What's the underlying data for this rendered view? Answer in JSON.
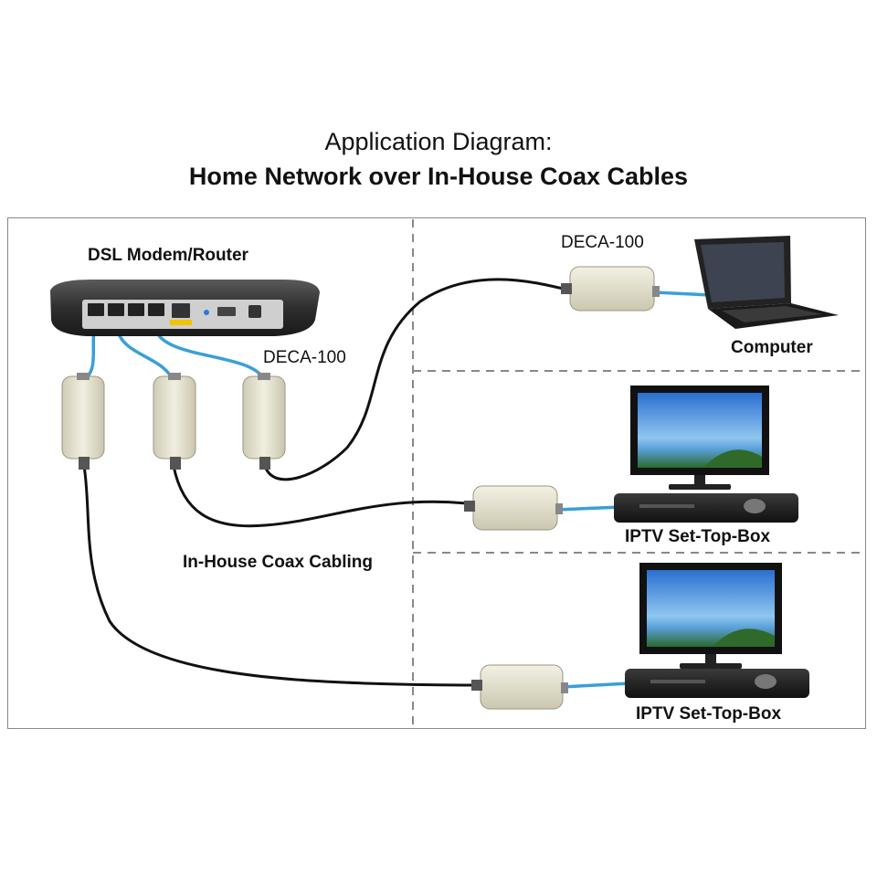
{
  "title": {
    "line1": "Application Diagram:",
    "line2": "Home Network over In-House Coax Cables"
  },
  "labels": {
    "router": "DSL Modem/Router",
    "deca_router": "DECA-100",
    "deca_computer": "DECA-100",
    "computer": "Computer",
    "coax": "In-House Coax Cabling",
    "stb1": "IPTV Set-Top-Box",
    "stb2": "IPTV Set-Top-Box"
  },
  "colors": {
    "ethernet_cable": "#3a9fd8",
    "coax_cable": "#111111",
    "adapter_body": "#e9e6d2",
    "divider": "#888888"
  }
}
